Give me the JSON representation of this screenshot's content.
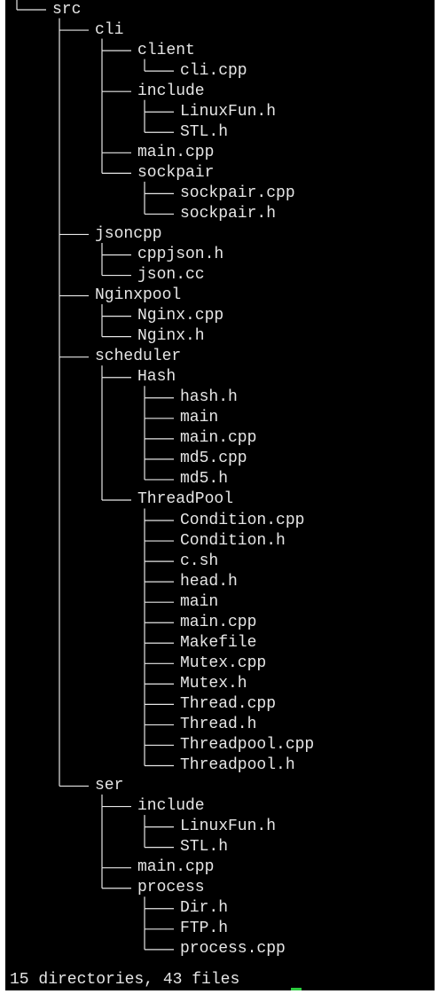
{
  "terminal": {
    "tree": [
      {
        "name": "src",
        "depth": 0,
        "last": true
      },
      {
        "name": "cli",
        "depth": 1,
        "last": false
      },
      {
        "name": "client",
        "depth": 2,
        "last": false
      },
      {
        "name": "cli.cpp",
        "depth": 3,
        "last": true
      },
      {
        "name": "include",
        "depth": 2,
        "last": false
      },
      {
        "name": "LinuxFun.h",
        "depth": 3,
        "last": false
      },
      {
        "name": "STL.h",
        "depth": 3,
        "last": true
      },
      {
        "name": "main.cpp",
        "depth": 2,
        "last": false
      },
      {
        "name": "sockpair",
        "depth": 2,
        "last": true
      },
      {
        "name": "sockpair.cpp",
        "depth": 3,
        "last": false
      },
      {
        "name": "sockpair.h",
        "depth": 3,
        "last": true
      },
      {
        "name": "jsoncpp",
        "depth": 1,
        "last": false
      },
      {
        "name": "cppjson.h",
        "depth": 2,
        "last": false
      },
      {
        "name": "json.cc",
        "depth": 2,
        "last": true
      },
      {
        "name": "Nginxpool",
        "depth": 1,
        "last": false
      },
      {
        "name": "Nginx.cpp",
        "depth": 2,
        "last": false
      },
      {
        "name": "Nginx.h",
        "depth": 2,
        "last": true
      },
      {
        "name": "scheduler",
        "depth": 1,
        "last": false
      },
      {
        "name": "Hash",
        "depth": 2,
        "last": false
      },
      {
        "name": "hash.h",
        "depth": 3,
        "last": false
      },
      {
        "name": "main",
        "depth": 3,
        "last": false
      },
      {
        "name": "main.cpp",
        "depth": 3,
        "last": false
      },
      {
        "name": "md5.cpp",
        "depth": 3,
        "last": false
      },
      {
        "name": "md5.h",
        "depth": 3,
        "last": true
      },
      {
        "name": "ThreadPool",
        "depth": 2,
        "last": true
      },
      {
        "name": "Condition.cpp",
        "depth": 3,
        "last": false
      },
      {
        "name": "Condition.h",
        "depth": 3,
        "last": false
      },
      {
        "name": "c.sh",
        "depth": 3,
        "last": false
      },
      {
        "name": "head.h",
        "depth": 3,
        "last": false
      },
      {
        "name": "main",
        "depth": 3,
        "last": false
      },
      {
        "name": "main.cpp",
        "depth": 3,
        "last": false
      },
      {
        "name": "Makefile",
        "depth": 3,
        "last": false
      },
      {
        "name": "Mutex.cpp",
        "depth": 3,
        "last": false
      },
      {
        "name": "Mutex.h",
        "depth": 3,
        "last": false
      },
      {
        "name": "Thread.cpp",
        "depth": 3,
        "last": false
      },
      {
        "name": "Thread.h",
        "depth": 3,
        "last": false
      },
      {
        "name": "Threadpool.cpp",
        "depth": 3,
        "last": false
      },
      {
        "name": "Threadpool.h",
        "depth": 3,
        "last": true
      },
      {
        "name": "ser",
        "depth": 1,
        "last": true
      },
      {
        "name": "include",
        "depth": 2,
        "last": false
      },
      {
        "name": "LinuxFun.h",
        "depth": 3,
        "last": false
      },
      {
        "name": "STL.h",
        "depth": 3,
        "last": true
      },
      {
        "name": "main.cpp",
        "depth": 2,
        "last": false
      },
      {
        "name": "process",
        "depth": 2,
        "last": true
      },
      {
        "name": "Dir.h",
        "depth": 3,
        "last": false
      },
      {
        "name": "FTP.h",
        "depth": 3,
        "last": false
      },
      {
        "name": "process.cpp",
        "depth": 3,
        "last": true
      }
    ],
    "summary": "15 directories, 43 files",
    "colors": {
      "background": "#000000",
      "text": "#e6e6e6",
      "cursor": "#2ecc40"
    }
  }
}
